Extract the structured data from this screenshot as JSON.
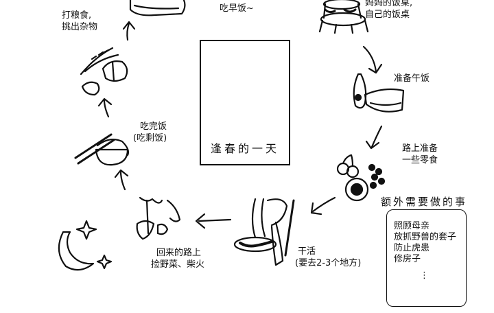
{
  "portrait": {
    "title": "逢春的一天"
  },
  "steps": {
    "breakfast": "吃早饭~",
    "table_line1": "妈妈的饭桌,",
    "table_line2": "自己的饭桌",
    "lunch": "准备午饭",
    "snacks_line1": "路上准备",
    "snacks_line2": "一些零食",
    "work_line1": "干活",
    "work_line2": "(要去2-3个地方)",
    "return_line1": "回来的路上",
    "return_line2": "捡野菜、柴火",
    "leftover_line1": "吃完饭",
    "leftover_line2": "(吃剩饭)",
    "grain_line1": "打粮食,",
    "grain_line2": "挑出杂物"
  },
  "extra": {
    "title": "额外需要做的事",
    "items": [
      "照顾母亲",
      "放抓野兽的套子",
      "防止虎患",
      "修房子",
      "⋮"
    ]
  }
}
